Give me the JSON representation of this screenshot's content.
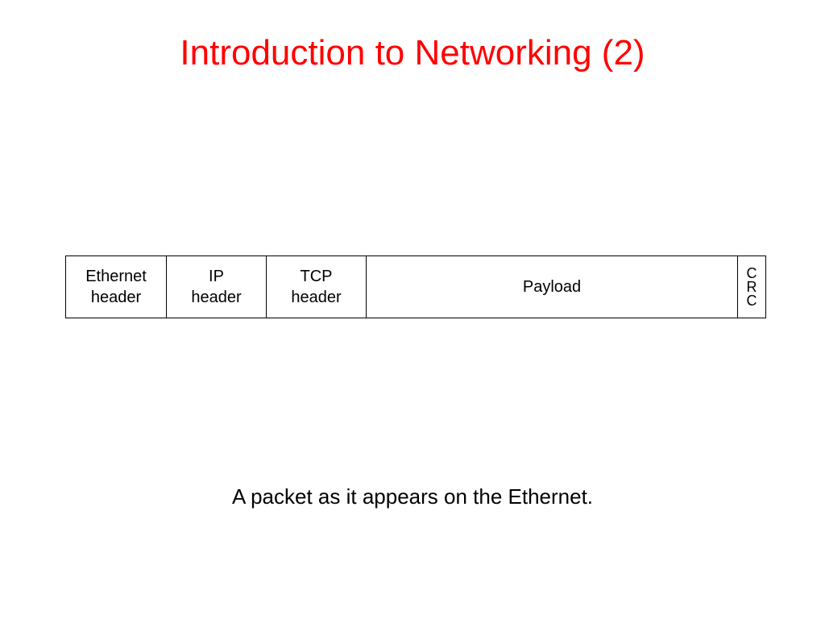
{
  "slide": {
    "title": "Introduction to Networking (2)",
    "title_color": "#ff0000",
    "caption": "A packet as it appears on the Ethernet."
  },
  "packet": {
    "fields": [
      {
        "lines": [
          "Ethernet",
          "header"
        ]
      },
      {
        "lines": [
          "IP",
          "header"
        ]
      },
      {
        "lines": [
          "TCP",
          "header"
        ]
      },
      {
        "lines": [
          "Payload"
        ]
      },
      {
        "lines": [
          "C",
          "R",
          "C"
        ]
      }
    ]
  }
}
